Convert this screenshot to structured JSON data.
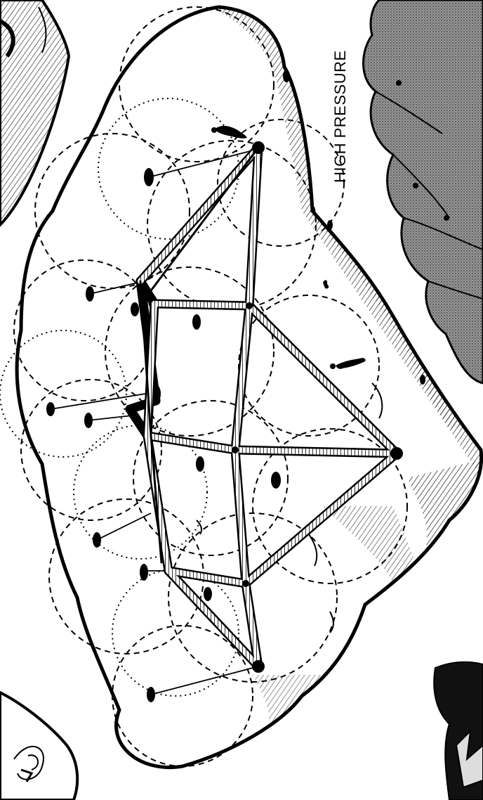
{
  "diagram": {
    "label": "HIGH PRESSURE"
  },
  "colors": {
    "ink": "#000000",
    "paper": "#ffffff",
    "neighbor_shade": "#7a7a7a"
  },
  "elements": {
    "main_structure": "inflated-dome-with-tensegrity-frame",
    "left_neighbor": "hatched-rock-form",
    "right_neighbor": "stippled-scalloped-dome",
    "bottom_left_neighbor": "swirled-pod",
    "bottom_right_neighbor": "dark-jagged-form",
    "figures": [
      "person-top",
      "person-right",
      "person-middle"
    ]
  }
}
